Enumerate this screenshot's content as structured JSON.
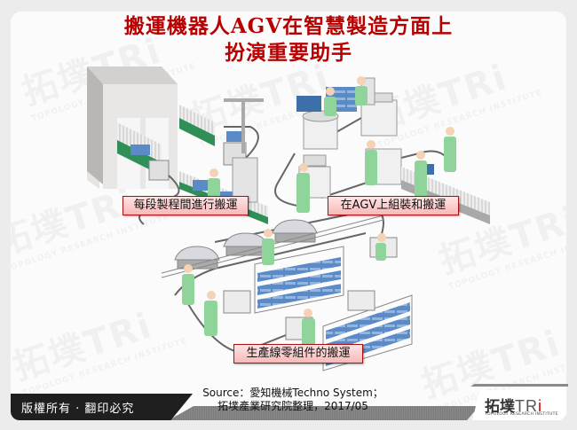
{
  "slide": {
    "title_line1": "搬運機器人AGV在智慧製造方面上",
    "title_line2": "扮演重要助手",
    "title_color": "#b80000"
  },
  "illustration": {
    "description": "AGV factory floor illustration: workstations, conveyors, shelving racks, workers in green uniforms, AGV guide paths",
    "labels": [
      {
        "text": "每段製程間進行搬運"
      },
      {
        "text": "在AGV上組裝和搬運"
      },
      {
        "text": "生產線零組件的搬運"
      }
    ]
  },
  "watermark": {
    "text_cn": "拓墣",
    "text_en": "TRi",
    "subtext": "TOPOLOGY RESEARCH INSTITUTE"
  },
  "footer": {
    "copyright": "版權所有 · 翻印必究",
    "source_line1": "Source：愛知機械Techno System；",
    "source_line2": "拓墣產業研究院整理，2017/05",
    "logo_cn": "拓墣",
    "logo_en_tr": "TR",
    "logo_en_i": "i",
    "logo_sub": "TOPOLOGY RESEARCH INSTITUTE"
  }
}
